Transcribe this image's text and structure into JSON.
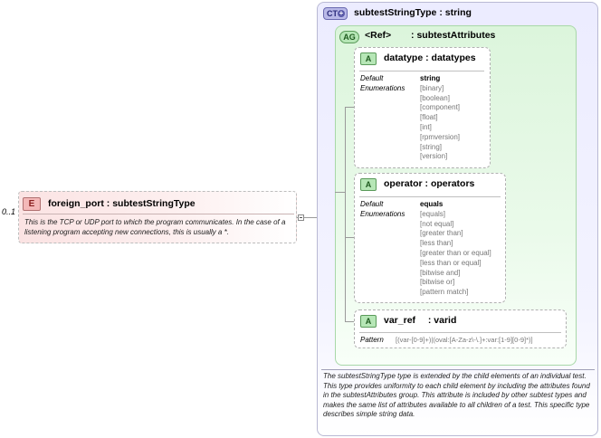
{
  "element": {
    "cardinality": "0..1",
    "badge": "E",
    "name": "foreign_port",
    "type_sep": ":",
    "type": "subtestStringType",
    "documentation": "This is the TCP or UDP port to which the program communicates.  In the case of a listening program accepting new connections, this is usually a *."
  },
  "complex_type": {
    "badge": "CT",
    "name": "subtestStringType",
    "type_sep": ":",
    "type": "string",
    "documentation": "The subtestStringType type is extended by the child elements of an individual test.  This type provides uniformity to each child element by including the attributes found in the subtestAttributes group.  This attribute is included by other subtest types and makes the same list of attributes available to all children of a test.  This specific type describes simple string data."
  },
  "attribute_group": {
    "badge": "AG",
    "ref": "<Ref>",
    "type_sep": ":",
    "name": "subtestAttributes"
  },
  "attributes": [
    {
      "badge": "A",
      "name": "datatype",
      "type_sep": ":",
      "type": "datatypes",
      "labels": [
        "Default",
        "Enumerations"
      ],
      "default": "string",
      "values": [
        "[binary]",
        "[boolean]",
        "[component]",
        "[float]",
        "[int]",
        "[rpmversion]",
        "[string]",
        "[version]"
      ]
    },
    {
      "badge": "A",
      "name": "operator",
      "type_sep": ":",
      "type": "operators",
      "labels": [
        "Default",
        "Enumerations"
      ],
      "default": "equals",
      "values": [
        "[equals]",
        "[not equal]",
        "[greater than]",
        "[less than]",
        "[greater than or equal]",
        "[less than or equal]",
        "[bitwise and]",
        "[bitwise or]",
        "[pattern match]"
      ]
    },
    {
      "badge": "A",
      "name": "var_ref",
      "type_sep": ":",
      "type": "varid",
      "labels": [
        "Pattern"
      ],
      "pattern": "[(var-[0-9]+)|(oval:[A-Za-z\\-\\.]+:var:[1-9][0-9]*)]"
    }
  ],
  "colors": {
    "element_fill": "#fbe3e3",
    "ct_fill": "#ececff",
    "ag_fill": "#dcf5dc",
    "badge_e": "#f4b8b8",
    "badge_ct": "#b9b9e8",
    "badge_a": "#b6e6b6"
  }
}
